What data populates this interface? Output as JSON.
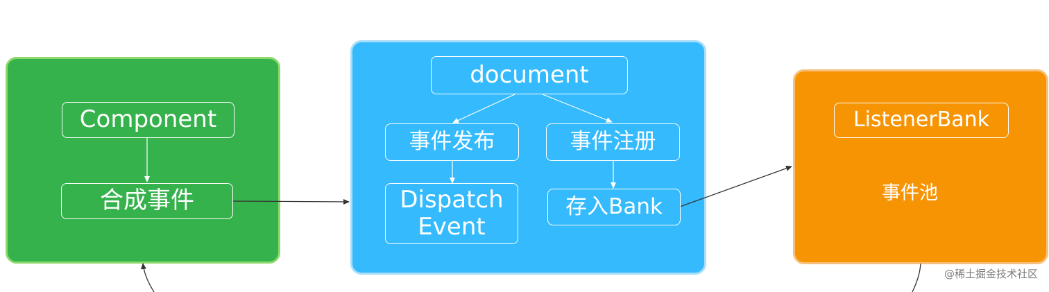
{
  "left_panel": {
    "color": "#36b24c",
    "component": "Component",
    "synthetic_event": "合成事件"
  },
  "center_panel": {
    "color": "#35bbfd",
    "document": "document",
    "event_publish": "事件发布",
    "event_register": "事件注册",
    "dispatch_event": "Dispatch\nEvent",
    "store_bank": "存入Bank"
  },
  "right_panel": {
    "color": "#f79404",
    "listener_bank": "ListenerBank",
    "event_pool": "事件池"
  },
  "watermark": "@稀土掘金技术社区"
}
